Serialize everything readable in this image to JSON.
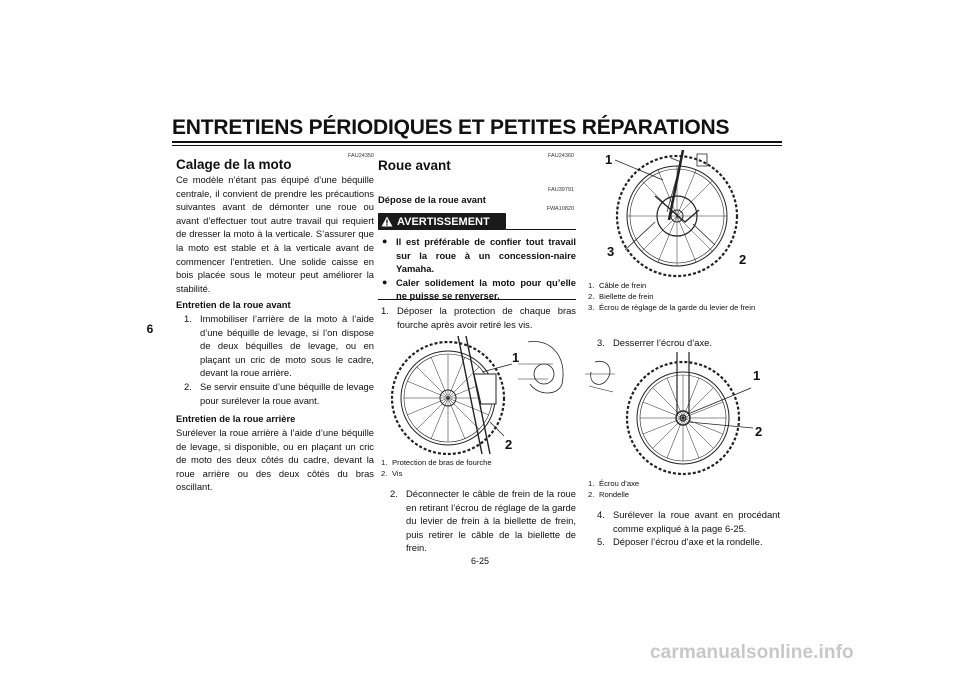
{
  "header": {
    "title": "ENTRETIENS PÉRIODIQUES ET PETITES RÉPARATIONS",
    "chapter_tab": "6"
  },
  "left": {
    "code": "FAU24350",
    "title": "Calage de la moto",
    "intro": "Ce modèle n’étant pas équipé d’une béquille centrale, il convient de prendre les précautions suivantes avant de démonter une roue ou avant d’effectuer tout autre travail qui requiert de dresser la moto à la verticale. S’assurer que la moto est stable et à la verticale avant de commencer l’entretien. Une solide caisse en bois placée sous le moteur peut améliorer la stabilité.",
    "front_heading": "Entretien de la roue avant",
    "front_steps": [
      {
        "num": "1.",
        "text": "Immobiliser l’arrière de la moto à l’aide d’une béquille de levage, si l’on dispose de deux béquilles de levage, ou en plaçant un cric de moto sous le cadre, devant la roue arrière."
      },
      {
        "num": "2.",
        "text": "Se servir ensuite d’une béquille de levage pour surélever la roue avant."
      }
    ],
    "rear_heading": "Entretien de la roue arrière",
    "rear_text": "Surélever la roue arrière à l’aide d’une béquille de levage, si disponible, ou en plaçant un cric de moto des deux côtés du cadre, devant la roue arrière ou des deux côtés du bras oscillant."
  },
  "middle": {
    "code": "FAU24360",
    "title": "Roue avant",
    "sub_code": "FAU39791",
    "sub_heading": "Dépose de la roue avant",
    "warn_code": "FWA10820",
    "warning_label": "AVERTISSEMENT",
    "warnings": [
      "Il est préférable de confier tout travail sur la roue à un concession-naire Yamaha.",
      "Caler solidement la moto pour qu’elle ne puisse se renverser."
    ],
    "step1": {
      "num": "1.",
      "text": "Déposer la protection de chaque bras fourche après avoir retiré les vis."
    },
    "figure_labels": [
      "1",
      "2"
    ],
    "figure_captions": [
      {
        "num": "1.",
        "text": "Protection de bras de fourche"
      },
      {
        "num": "2.",
        "text": "Vis"
      }
    ],
    "step2": {
      "num": "2.",
      "text": "Déconnecter le câble de frein de la roue en retirant l’écrou de réglage de la garde du levier de frein à la biellette de frein, puis retirer le câble de la biellette de frein."
    }
  },
  "right": {
    "figure1_labels": [
      "1",
      "3",
      "2"
    ],
    "figure1_captions": [
      {
        "num": "1.",
        "text": "Câble de frein"
      },
      {
        "num": "2.",
        "text": "Biellette de frein"
      },
      {
        "num": "3.",
        "text": "Écrou de réglage de la garde du levier de frein"
      }
    ],
    "step3": {
      "num": "3.",
      "text": "Desserrer l’écrou d’axe."
    },
    "figure2_labels": [
      "1",
      "2"
    ],
    "figure2_captions": [
      {
        "num": "1.",
        "text": "Écrou d’axe"
      },
      {
        "num": "2.",
        "text": "Rondelle"
      }
    ],
    "step4": {
      "num": "4.",
      "text": "Surélever la roue avant en procédant comme expliqué à la page 6-25."
    },
    "step5": {
      "num": "5.",
      "text": "Déposer l’écrou d’axe et la rondelle."
    }
  },
  "footer": {
    "page_number": "6-25",
    "watermark": "carmanualsonline.info"
  },
  "colors": {
    "text": "#111111",
    "warning_bg": "#1a1a1a",
    "watermark": "#c8c8c8"
  }
}
